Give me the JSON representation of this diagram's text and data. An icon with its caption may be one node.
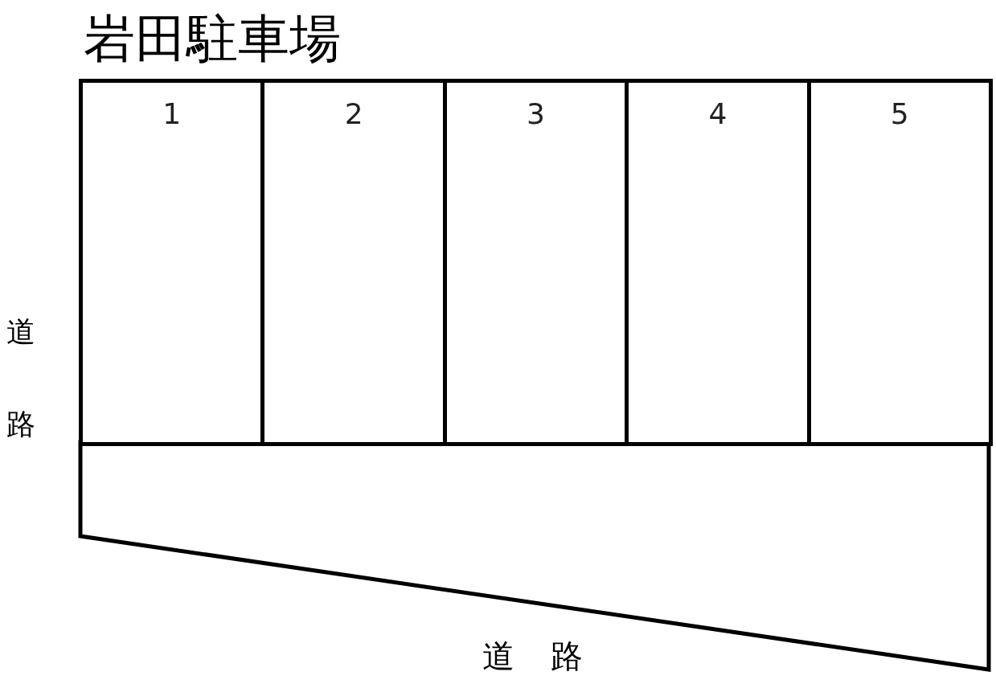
{
  "diagram": {
    "title": "岩田駐車場",
    "nodes": [
      {
        "text": [
          "1"
        ]
      },
      {
        "text": [
          "2"
        ]
      },
      {
        "text": [
          "3"
        ]
      },
      {
        "text": [
          "4"
        ]
      },
      {
        "text": [
          "5"
        ]
      }
    ],
    "labels": [
      "道路",
      "道路"
    ]
  }
}
